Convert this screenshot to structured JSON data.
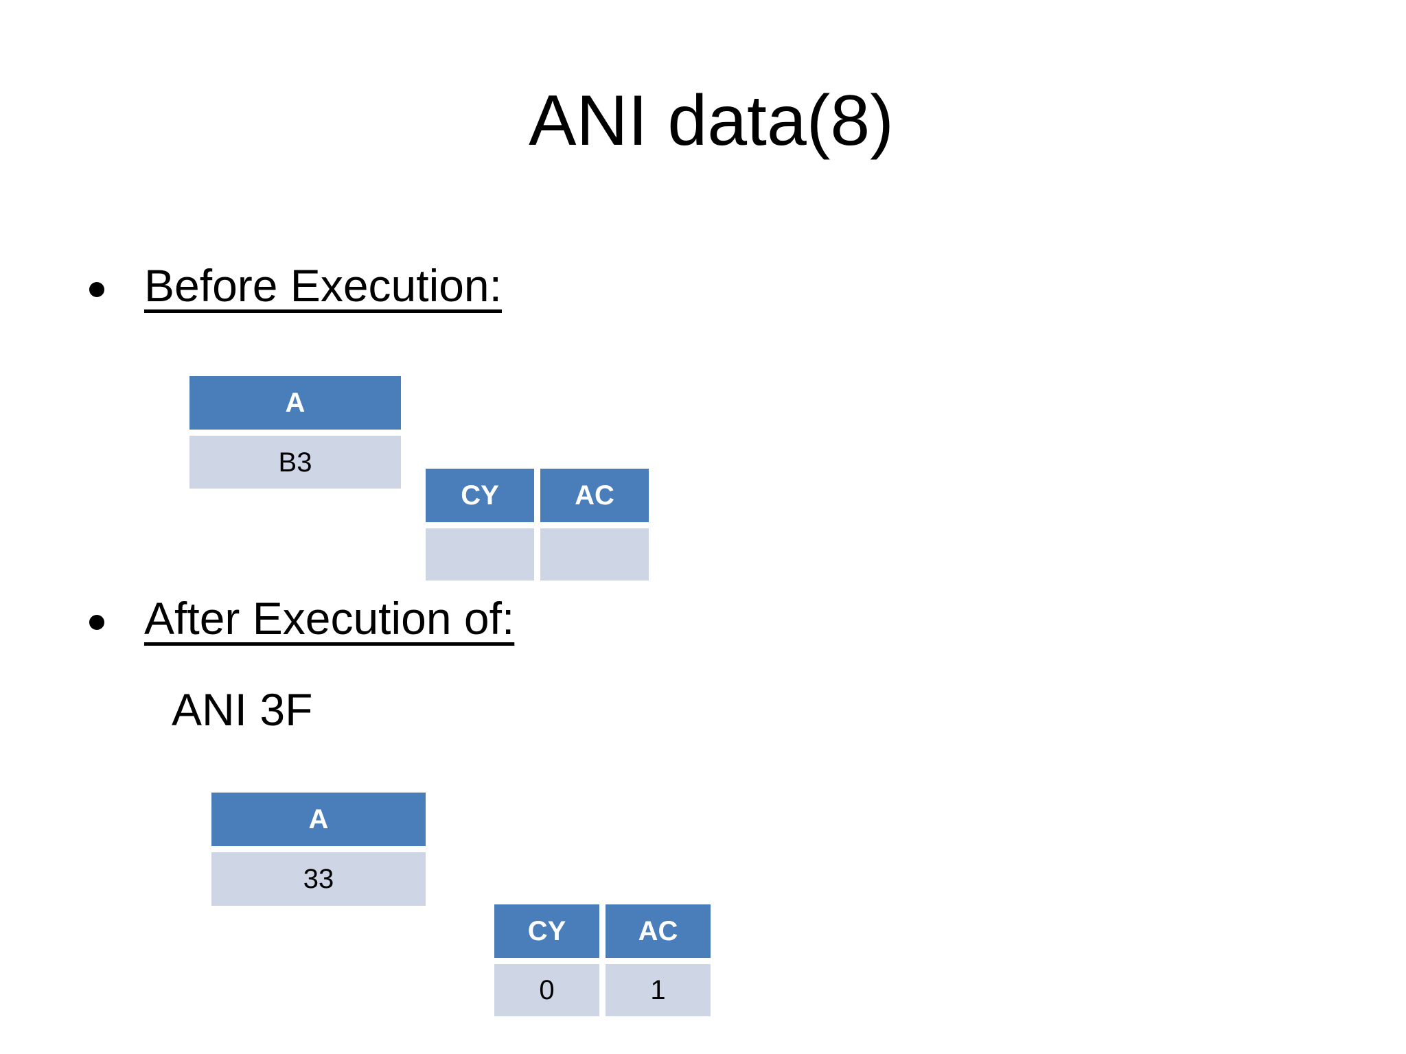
{
  "slide": {
    "title": "ANI data(8)",
    "background_color": "#ffffff"
  },
  "theme": {
    "header_fill": "#4a7ebb",
    "header_text": "#ffffff",
    "cell_fill": "#ced5e5",
    "cell_text": "#000000",
    "body_text": "#000000"
  },
  "sections": [
    {
      "heading": "Before Execution:",
      "accumulator": {
        "header": "A",
        "value": "B3"
      },
      "flags": {
        "headers": [
          "CY",
          "AC"
        ],
        "values": [
          "",
          ""
        ]
      }
    },
    {
      "heading": "After Execution of:",
      "instruction": "ANI 3F",
      "accumulator": {
        "header": "A",
        "value": "33"
      },
      "flags": {
        "headers": [
          "CY",
          "AC"
        ],
        "values": [
          "0",
          "1"
        ]
      }
    }
  ]
}
